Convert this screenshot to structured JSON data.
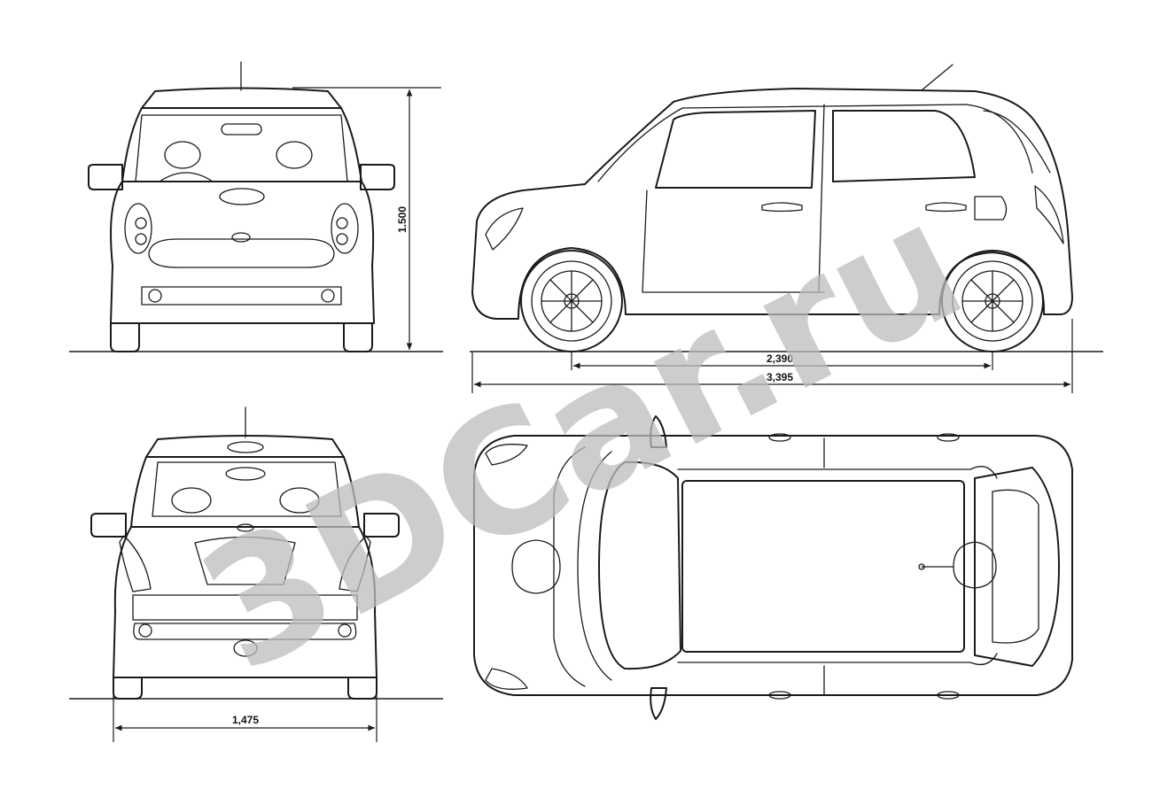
{
  "dimensions": {
    "height": "1.500",
    "wheelbase": "2,390",
    "length": "3,395",
    "width": "1,475"
  },
  "watermark": {
    "text": "3DCar.ru",
    "color": "#bdbdbd"
  },
  "views": [
    "front-view",
    "side-view",
    "rear-view",
    "top-view"
  ]
}
